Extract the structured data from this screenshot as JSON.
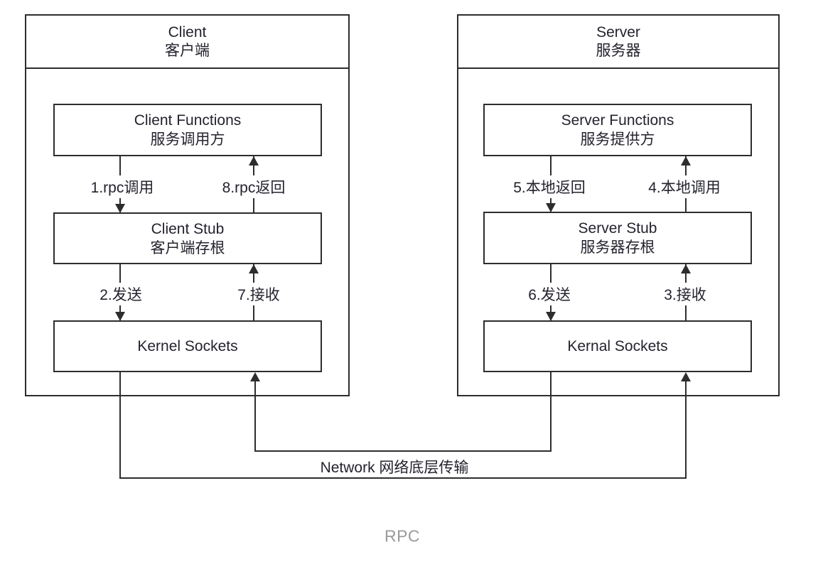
{
  "diagram": {
    "caption": "RPC",
    "network_label": "Network 网络底层传输",
    "client": {
      "title_en": "Client",
      "title_zh": "客户端",
      "functions_en": "Client Functions",
      "functions_zh": "服务调用方",
      "stub_en": "Client Stub",
      "stub_zh": "客户端存根",
      "sockets": "Kernel Sockets"
    },
    "server": {
      "title_en": "Server",
      "title_zh": "服务器",
      "functions_en": "Server Functions",
      "functions_zh": "服务提供方",
      "stub_en": "Server Stub",
      "stub_zh": "服务器存根",
      "sockets": "Kernal Sockets"
    },
    "flow": {
      "step1": "1.rpc调用",
      "step2": "2.发送",
      "step3": "3.接收",
      "step4": "4.本地调用",
      "step5": "5.本地返回",
      "step6": "6.发送",
      "step7": "7.接收",
      "step8": "8.rpc返回"
    },
    "colors": {
      "line": "#2d2d2d",
      "text": "#23232e",
      "caption": "#9a9a9a",
      "background": "#ffffff"
    }
  }
}
